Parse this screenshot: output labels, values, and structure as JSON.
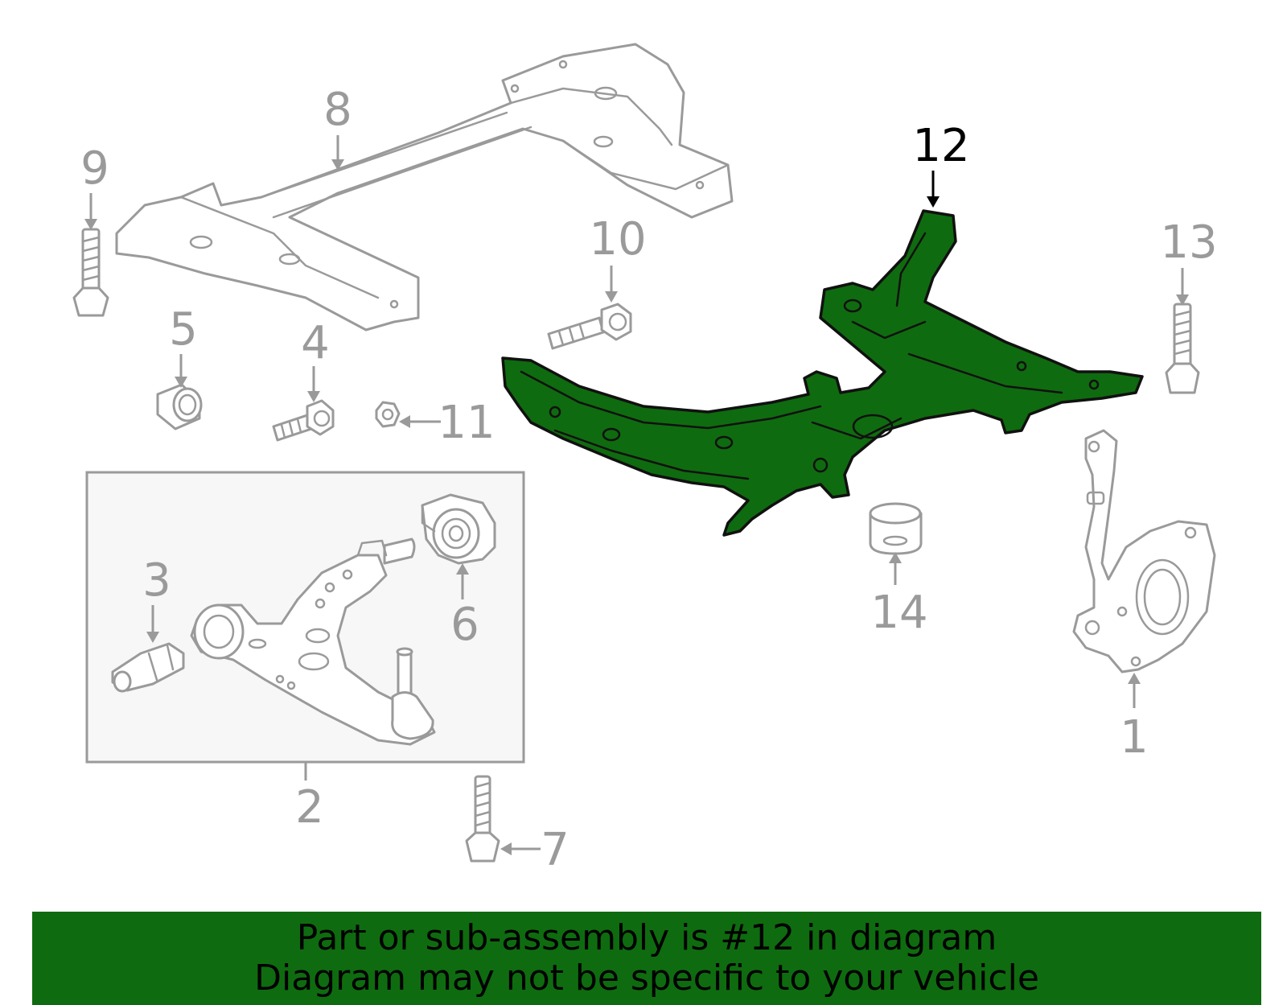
{
  "colors": {
    "highlight": "#0f6b0f",
    "banner_bg": "#0f6b0f",
    "line_gray": "#9a9a9a",
    "active_text": "#000000"
  },
  "callouts": {
    "c1": "1",
    "c2": "2",
    "c3": "3",
    "c4": "4",
    "c5": "5",
    "c6": "6",
    "c7": "7",
    "c8": "8",
    "c9": "9",
    "c10": "10",
    "c11": "11",
    "c12": "12",
    "c13": "13",
    "c14": "14"
  },
  "highlighted_part": "12",
  "banner": {
    "line1": "Part or sub-assembly is #12 in diagram",
    "line2": "Diagram may not be specific to your vehicle"
  }
}
